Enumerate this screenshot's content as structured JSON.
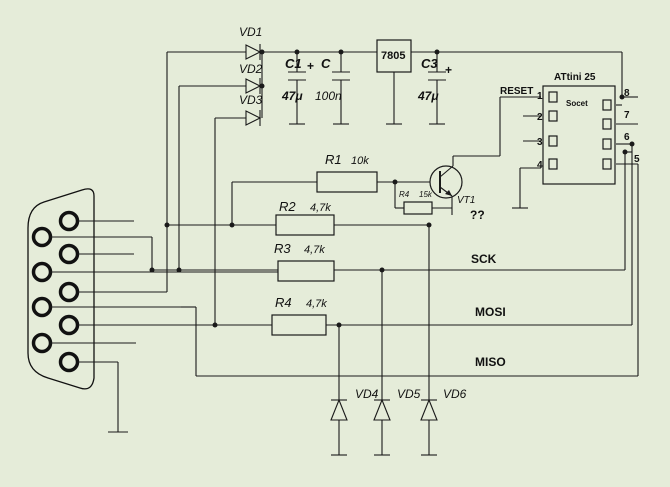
{
  "parts": {
    "vd1": "VD1",
    "vd2": "VD2",
    "vd3": "VD3",
    "c1": "C1",
    "c1_val": "47μ",
    "c": "C",
    "c_val": "100n",
    "reg": "7805",
    "c3": "C3",
    "c3_val": "47μ",
    "plus": "+",
    "r1": "R1",
    "r1_val": "10k",
    "r2": "R2",
    "r2_val": "4,7k",
    "r3": "R3",
    "r3_val": "4,7k",
    "r4": "R4",
    "r4_val": "4,7k",
    "r4s": "R4",
    "r4s_val": "15k",
    "vt1": "VT1",
    "unknown": "??",
    "vd4": "VD4",
    "vd5": "VD5",
    "vd6": "VD6"
  },
  "chip": {
    "name": "ATtini 25",
    "socket": "Socet",
    "reset": "RESET",
    "pins": [
      "1",
      "2",
      "3",
      "4",
      "5",
      "6",
      "7",
      "8"
    ]
  },
  "signals": {
    "sck": "SCK",
    "mosi": "MOSI",
    "miso": "MISO"
  }
}
